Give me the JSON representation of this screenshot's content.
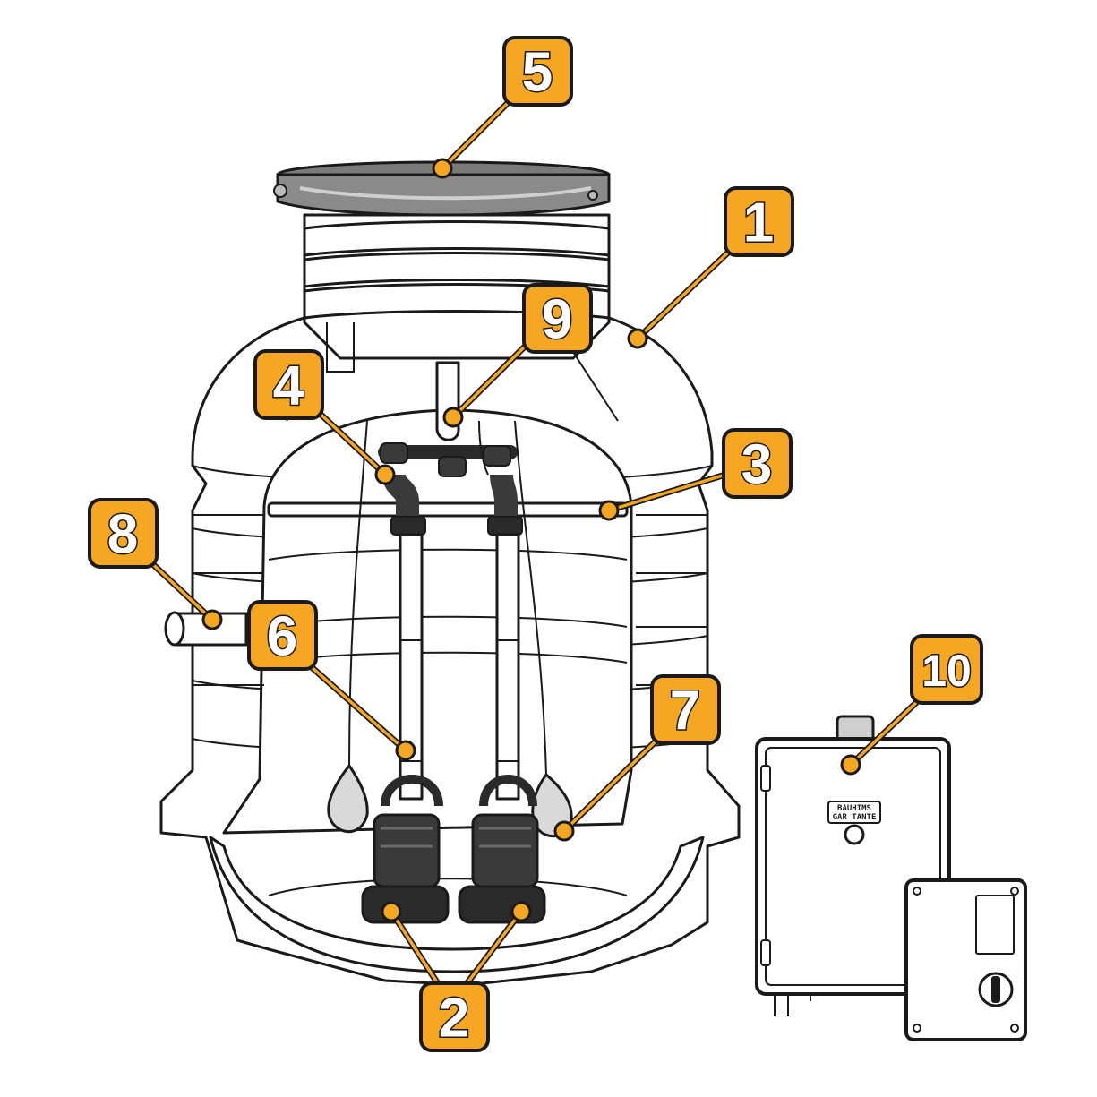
{
  "callouts": [
    {
      "id": "1",
      "label": "1"
    },
    {
      "id": "2",
      "label": "2"
    },
    {
      "id": "3",
      "label": "3"
    },
    {
      "id": "4",
      "label": "4"
    },
    {
      "id": "5",
      "label": "5"
    },
    {
      "id": "6",
      "label": "6"
    },
    {
      "id": "7",
      "label": "7"
    },
    {
      "id": "8",
      "label": "8"
    },
    {
      "id": "9",
      "label": "9"
    },
    {
      "id": "10",
      "label": "10"
    }
  ],
  "control_box": {
    "label_line1": "BAUHIMS",
    "label_line2": "GAR TANTE"
  },
  "colors": {
    "callout_fill": "#f5a623",
    "outline": "#1a1a1a",
    "lid": "#8a8a8a",
    "pump": "#3a3a3a",
    "float": "#d9d9d9"
  }
}
